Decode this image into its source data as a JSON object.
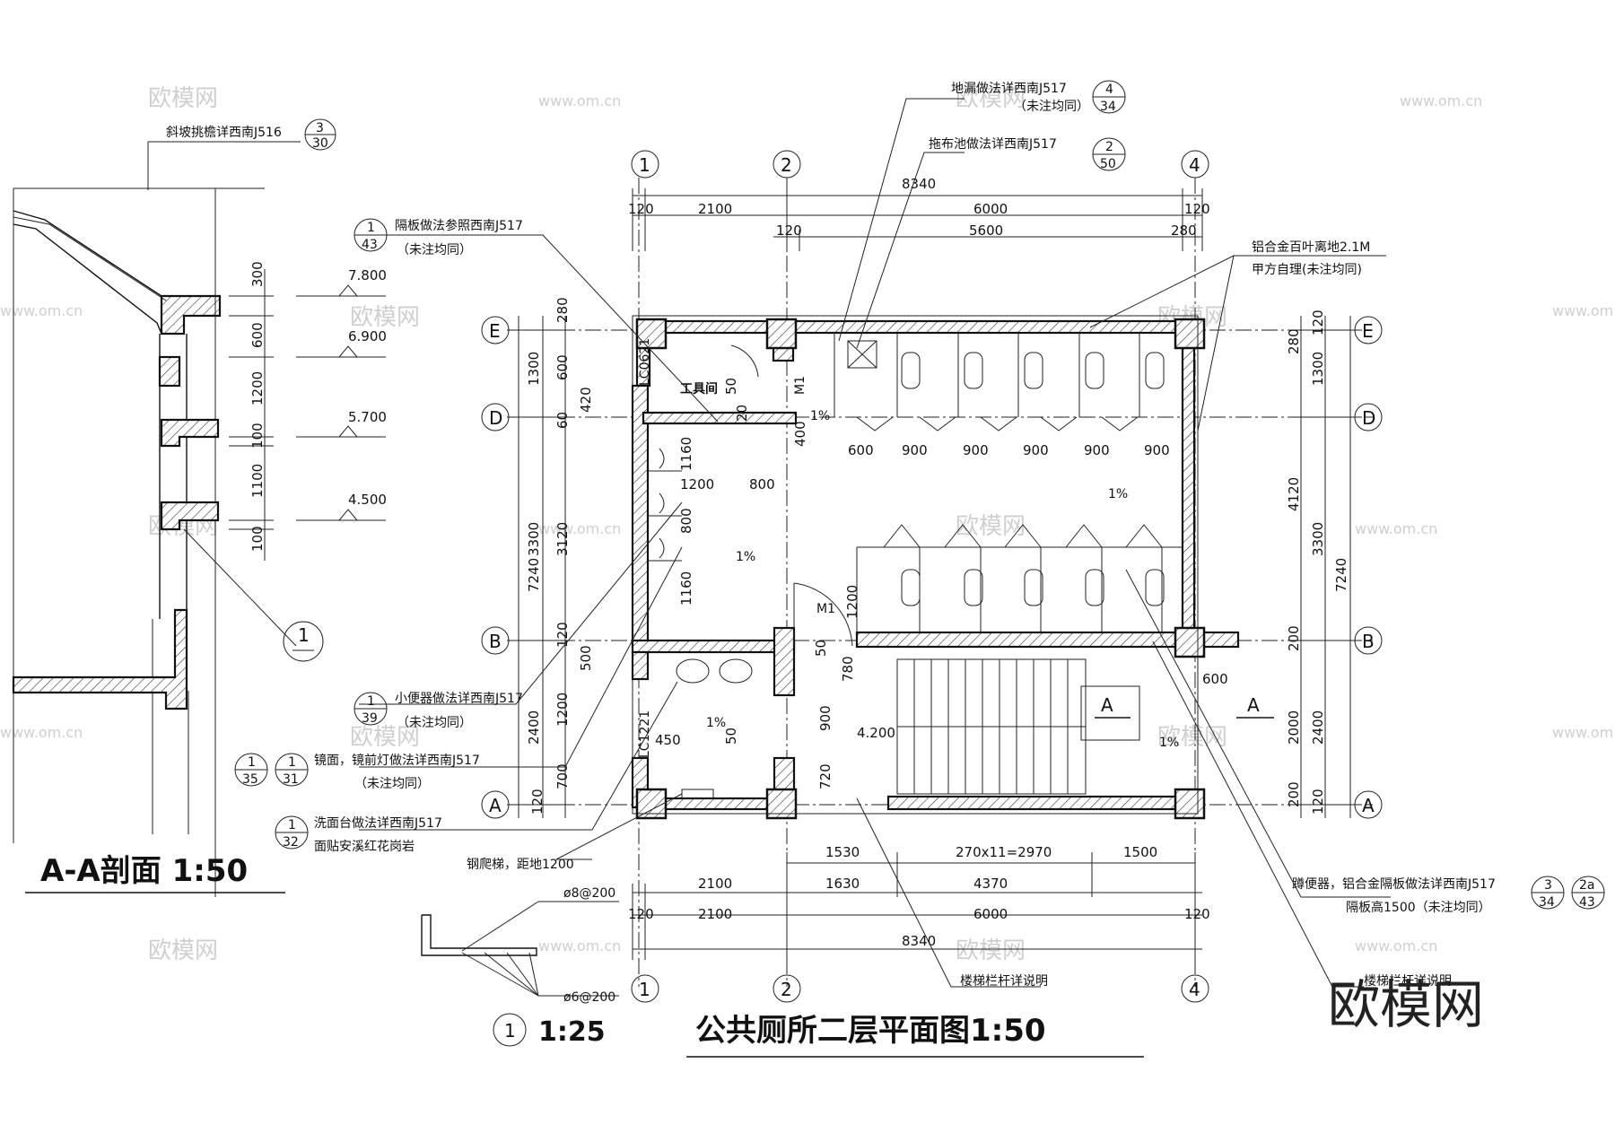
{
  "section": {
    "title": "A-A剖面 1:50",
    "eave_note": "斜坡挑檐详西南J516",
    "eave_ref": {
      "top": "3",
      "bottom": "30"
    },
    "elevations": [
      "7.800",
      "6.900",
      "5.700",
      "4.500"
    ],
    "dims": [
      "300",
      "600",
      "1200",
      "100",
      "1100",
      "100"
    ],
    "detail_marker": "1"
  },
  "detail": {
    "number": "1",
    "scale": "1:25",
    "rebar_top": "ø8@200",
    "rebar_bottom": "ø6@200"
  },
  "plan": {
    "title": "公共厕所二层平面图1:50",
    "axes_top": [
      "1",
      "2",
      "4"
    ],
    "axes_bottom": [
      "1",
      "2",
      "4"
    ],
    "axes_left": [
      "E",
      "D",
      "B",
      "A"
    ],
    "axes_right": [
      "E",
      "D",
      "B",
      "A"
    ],
    "dims_top_total": "8340",
    "dims_top_row1": [
      "120",
      "2100",
      "6000",
      "120"
    ],
    "dims_top_row2": [
      "120",
      "5600",
      "280"
    ],
    "dims_bottom_row1": [
      "1530",
      "270x11=2970",
      "1500"
    ],
    "dims_bottom_row2": [
      "2100",
      "1630",
      "4370"
    ],
    "dims_bottom_row3": [
      "120",
      "2100",
      "6000",
      "120"
    ],
    "dims_bottom_total": "8340",
    "dims_left_outer": [
      "7240"
    ],
    "dims_left_mid": [
      "1300",
      "3300",
      "2400"
    ],
    "dims_left_inner": [
      "280",
      "600",
      "420",
      "60",
      "3120",
      "120",
      "500",
      "1200",
      "700",
      "120"
    ],
    "dims_right_outer": [
      "7240"
    ],
    "dims_right_mid": [
      "120",
      "1300",
      "4120",
      "3300",
      "200",
      "2000",
      "2400",
      "200",
      "120"
    ],
    "dims_right_inner": [
      "280"
    ],
    "inner_dims": [
      "600",
      "900",
      "900",
      "900",
      "900",
      "900",
      "1200",
      "800",
      "1160",
      "800",
      "1160",
      "400",
      "450",
      "900",
      "720",
      "780",
      "1200",
      "600",
      "50",
      "50",
      "50",
      "20"
    ],
    "labels": {
      "tool_room": "工具间",
      "slope": "1%",
      "door_m1": "M1",
      "window_lc0621": "LC0621",
      "window_lc1221": "LC1221",
      "elev_4200": "4.200",
      "section_mark": "A"
    },
    "notes": {
      "floor_drain": "地漏做法详西南J517",
      "floor_drain_ref": {
        "top": "4",
        "bottom": "34"
      },
      "floor_drain_sub": "（未注均同）",
      "mop_sink": "拖布池做法详西南J517",
      "mop_sink_ref": {
        "top": "2",
        "bottom": "50"
      },
      "partition": "隔板做法参照西南J517",
      "partition_ref": {
        "top": "1",
        "bottom": "43"
      },
      "partition_sub": "（未注均同）",
      "louver": "铝合金百叶离地2.1M",
      "louver_sub": "甲方自理(未注均同)",
      "urinal": "小便器做法详西南J517",
      "urinal_ref": {
        "top": "1",
        "bottom": "39"
      },
      "urinal_sub": "（未注均同）",
      "mirror": "镜面，镜前灯做法详西南J517",
      "mirror_ref1": {
        "top": "1",
        "bottom": "35"
      },
      "mirror_ref2": {
        "top": "1",
        "bottom": "31"
      },
      "mirror_sub": "（未注均同）",
      "washbasin": "洗面台做法详西南J517",
      "washbasin_ref": {
        "top": "1",
        "bottom": "32"
      },
      "washbasin_sub": "面贴安溪红花岗岩",
      "ladder": "钢爬梯，距地1200",
      "stair_rail": "楼梯栏杆详说明",
      "squat": "蹲便器，铝合金隔板做法详西南J517",
      "squat_ref1": {
        "top": "3",
        "bottom": "34"
      },
      "squat_ref2": {
        "top": "2a",
        "bottom": "43"
      },
      "squat_sub": "隔板高1500（未注均同）",
      "overlap": "楼梯栏杆详说明"
    }
  },
  "watermarks": {
    "brand": "欧模网",
    "url": "www.om.cn",
    "logo": "欧模网"
  }
}
